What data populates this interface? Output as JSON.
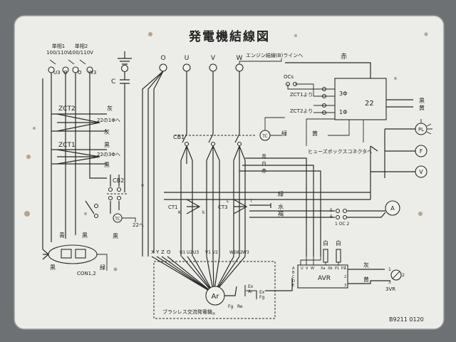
{
  "colors": {
    "panel": "#ecece8",
    "frame": "#6e7174",
    "ink": "#2a2a2a"
  },
  "title": "発電機結線図",
  "voltage_selectors": [
    {
      "label": "単相1",
      "voltage": "100/110V"
    },
    {
      "label": "単相2",
      "voltage": "100/110V"
    }
  ],
  "selector_terminals": [
    "U3",
    "O",
    "O",
    "W3"
  ],
  "ground_symbol": "ground-icon",
  "capacitor_label": "C",
  "main_terminals": [
    "O",
    "U",
    "V",
    "W"
  ],
  "engine_note": "エンジン結線(B)ラインへ",
  "red_label": "赤",
  "current_transformers": {
    "zct2": "ZCT2",
    "zct1": "ZCT1",
    "ct1": "CT1",
    "ct3": "CT3",
    "ct_terminals": [
      "K",
      "k",
      "L",
      "l"
    ]
  },
  "wire_colors": {
    "gray": "灰",
    "black": "黒",
    "green": "緑",
    "yellow": "黄",
    "blue": "青",
    "white": "白",
    "red": "赤",
    "water": "水",
    "brown": "褐"
  },
  "feed_labels": {
    "to_22_single": "22の1Φへ",
    "to_22_three": "22の3Φへ",
    "to_22": "22へ"
  },
  "breakers": {
    "cb1": "CB1",
    "cb2": "CB2"
  },
  "tc_label": "TC",
  "relay": {
    "number": "22",
    "three_phase": "3Φ",
    "single_phase": "1Φ",
    "from_zct1": "ZCT1より",
    "from_zct2": "ZCT2より",
    "ocs": "OCs"
  },
  "fuse_note": "ヒューズボックスコネクタへ",
  "meters": {
    "pl": "PL",
    "f": "F",
    "v": "V",
    "a": "A"
  },
  "oc_switch": {
    "label": "1 OC 2",
    "pins": [
      "5",
      "6"
    ]
  },
  "connector": {
    "label": "CON1,2"
  },
  "stator_terminals": [
    "X",
    "Y",
    "Z",
    "O",
    "U1",
    "U2",
    "U3",
    "V1",
    "V2",
    "W1",
    "W2",
    "W3"
  ],
  "generator": {
    "rotor": "Ar",
    "fg": "Fg",
    "re": "Re",
    "exciter": [
      "Ex",
      "Ar"
    ],
    "field": [
      "Ex",
      "Fg"
    ],
    "name": "ブラシレス交流発電機"
  },
  "avr": {
    "label": "AVR",
    "left_pins": [
      "A",
      "B",
      "C",
      "D",
      "E"
    ],
    "top_pins": [
      "U",
      "V",
      "W",
      "Xa",
      "Xb",
      "P1",
      "P2"
    ],
    "right_pins": [
      "1",
      "2",
      "3"
    ]
  },
  "vr": {
    "label": "3VR",
    "pins": [
      "1",
      "2",
      "3"
    ]
  },
  "part_number": "B9211 0120"
}
